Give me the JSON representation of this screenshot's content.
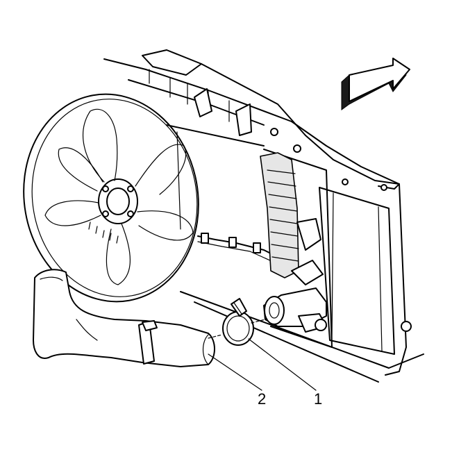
{
  "diagram": {
    "callouts": [
      {
        "id": "1",
        "label": "1",
        "target": "hose-clamp"
      },
      {
        "id": "2",
        "label": "2",
        "target": "radiator-inlet-hose"
      }
    ],
    "icons": [
      "direction-arrow-icon"
    ],
    "colors": {
      "ink": "#000000",
      "shade": "#e6e6e6",
      "background": "#ffffff"
    }
  }
}
